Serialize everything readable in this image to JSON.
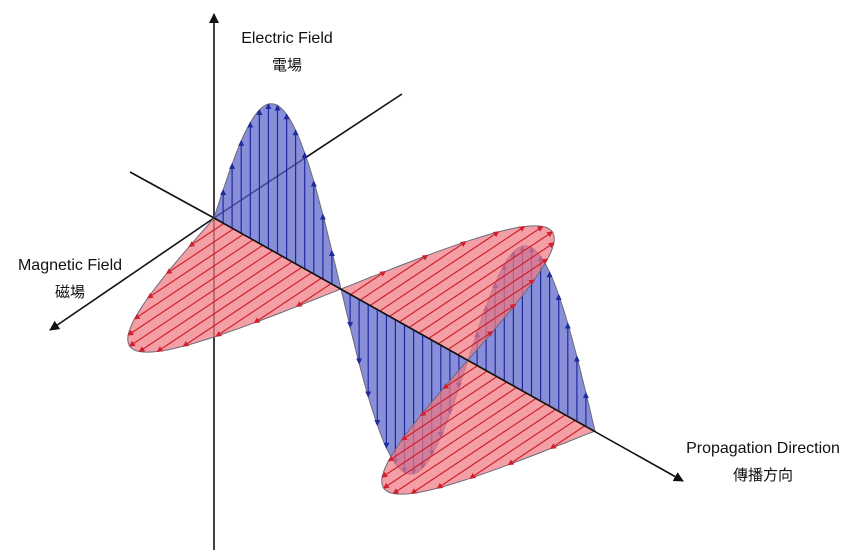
{
  "labels": {
    "electric": {
      "en": "Electric Field",
      "zh": "電場"
    },
    "magnetic": {
      "en": "Magnetic Field",
      "zh": "磁場"
    },
    "propagation": {
      "en": "Propagation Direction",
      "zh": "傳播方向"
    }
  },
  "colors": {
    "electric_fill": "#5a63c9",
    "electric_line": "#1f2a9e",
    "magnetic_fill": "#f07a82",
    "magnetic_line": "#d0202e",
    "axis": "#111111"
  }
}
